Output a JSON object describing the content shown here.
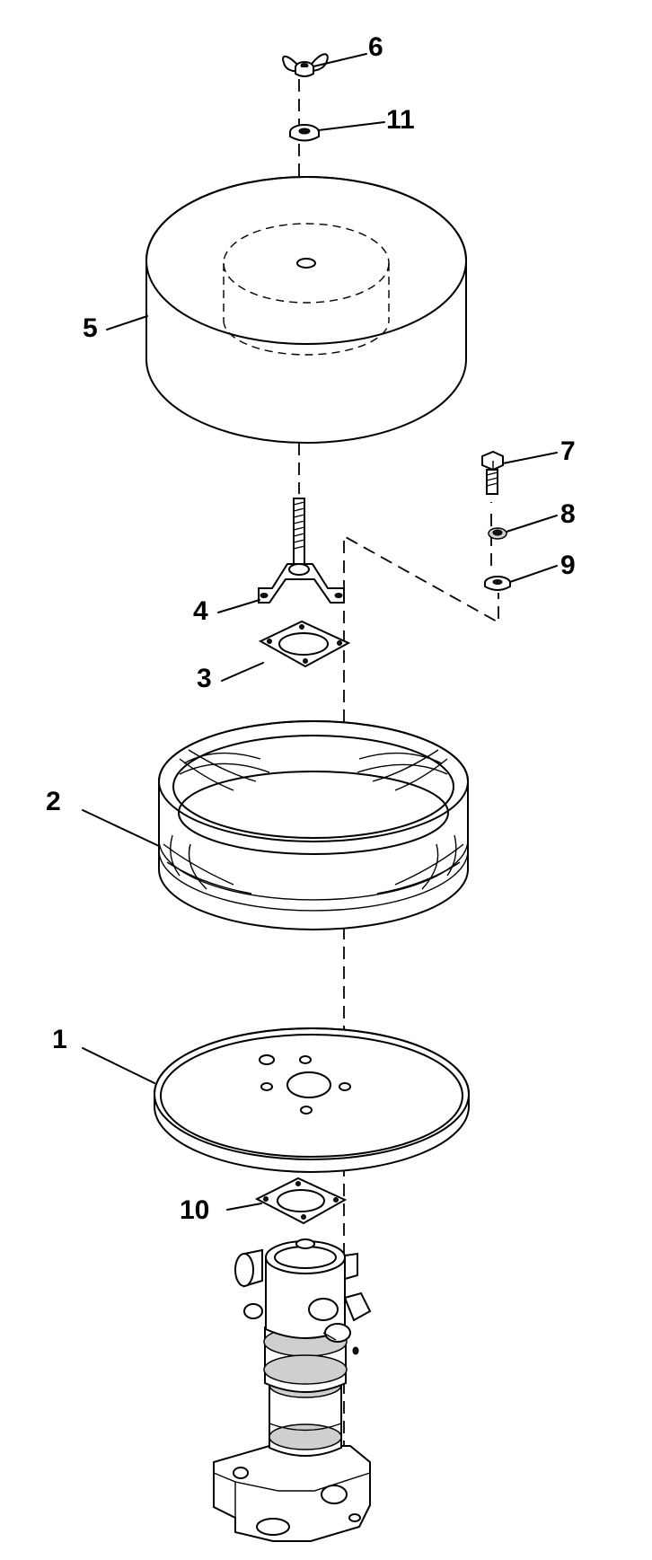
{
  "diagram": {
    "type": "exploded parts diagram",
    "colors": {
      "line": "#000000",
      "background": "#ffffff"
    },
    "callouts": [
      {
        "id": "c1",
        "number": "1"
      },
      {
        "id": "c2",
        "number": "2"
      },
      {
        "id": "c3",
        "number": "3"
      },
      {
        "id": "c4",
        "number": "4"
      },
      {
        "id": "c5",
        "number": "5"
      },
      {
        "id": "c6",
        "number": "6"
      },
      {
        "id": "c7",
        "number": "7"
      },
      {
        "id": "c8",
        "number": "8"
      },
      {
        "id": "c9",
        "number": "9"
      },
      {
        "id": "c10",
        "number": "10"
      },
      {
        "id": "c11",
        "number": "11"
      }
    ]
  }
}
